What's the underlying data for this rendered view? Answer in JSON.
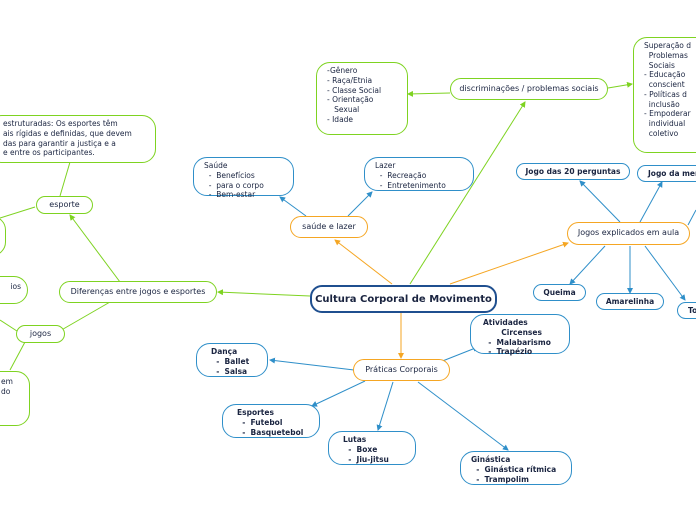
{
  "central": "Cultura Corporal de Movimento",
  "nodes": {
    "saude_lazer": "saúde e lazer",
    "saude": "Saúde\n  -  Benefícios\n  -  para o corpo\n  -  Bem-estar",
    "lazer": "Lazer\n  -  Recreação\n  -  Entretenimento",
    "discriminacoes": "discriminações / problemas sociais",
    "genero": "-Gênero\n- Raça/Etnia\n- Classe Social\n- Orientação\n   Sexual\n- Idade",
    "superacao": "Superação d\n  Problemas\n  Sociais\n- Educação\n  conscient\n- Políticas d\n  inclusão\n- Empoderar\n  individual\n  coletivo",
    "jogos_aula": "Jogos explicados em aula",
    "jogo20": "Jogo das 20 perguntas",
    "jogomem": "Jogo da mem",
    "queima": "Queima",
    "amarelinha": "Amarelinha",
    "to": "To",
    "diferencas": "Diferenças entre jogos e esportes",
    "esporte": "esporte",
    "esporte_desc": "estruturadas: Os esportes têm\nais rígidas e definidas, que devem\ndas para garantir a justiça e a\ne entre os participantes.",
    "jogos": "jogos",
    "ios": "ios",
    "em_do": "em\ndo",
    "praticas": "Práticas Corporais",
    "danca": "Dança\n  -  Ballet\n  -  Salsa",
    "atividades": "Atividades\n       Circenses\n  -  Malabarismo\n  -  Trapézio",
    "esportes": "Esportes\n  -  Futebol\n  -  Basquetebol",
    "lutas": "Lutas\n  -  Boxe\n  -  Jiu-jitsu",
    "ginastica": "Ginástica\n  -  Ginástica rítmica\n  -  Trampolim"
  },
  "colors": {
    "blue": "#2f8fc9",
    "green": "#7ed321",
    "orange": "#f5a623",
    "central": "#1f4f8f"
  }
}
